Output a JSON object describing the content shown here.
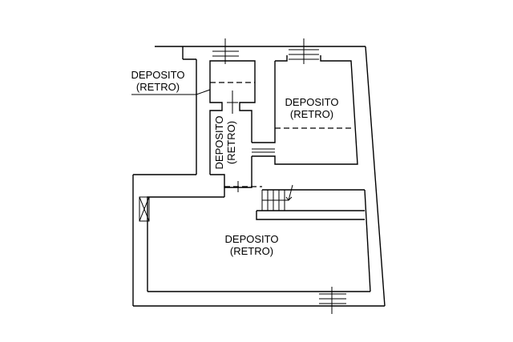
{
  "colors": {
    "background": "#ffffff",
    "line": "#000000"
  },
  "rooms": [
    {
      "id": "depot-label-left",
      "line1": "DEPOSITO",
      "line2": "(RETRO)"
    },
    {
      "id": "depot-upper-right",
      "line1": "DEPOSITO",
      "line2": "(RETRO)"
    },
    {
      "id": "depot-corridor",
      "line1": "DEPOSITO",
      "line2": "(RETRO)"
    },
    {
      "id": "depot-lower",
      "line1": "DEPOSITO",
      "line2": "(RETRO)"
    }
  ]
}
